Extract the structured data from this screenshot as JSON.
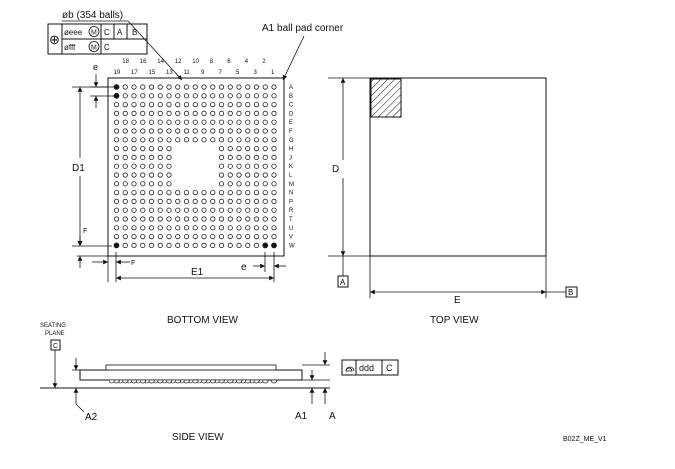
{
  "callouts": {
    "ball_diameter": "øb (354 balls)",
    "a1_corner": "A1 ball pad corner"
  },
  "tolerance_frame": {
    "symbol": "⊕",
    "row1": {
      "tol": "øeee",
      "mod": "M",
      "datum1": "C",
      "datum2": "A",
      "datum3": "B"
    },
    "row2": {
      "tol": "øfff",
      "mod": "M",
      "datum1": "C"
    }
  },
  "columns_even": [
    "18",
    "16",
    "14",
    "12",
    "10",
    "8",
    "6",
    "4",
    "2"
  ],
  "columns_odd": [
    "19",
    "17",
    "15",
    "13",
    "11",
    "9",
    "7",
    "5",
    "3",
    "1"
  ],
  "rows": [
    "A",
    "B",
    "C",
    "D",
    "E",
    "F",
    "G",
    "H",
    "J",
    "K",
    "L",
    "M",
    "N",
    "P",
    "R",
    "T",
    "U",
    "V",
    "W"
  ],
  "dims": {
    "e": "e",
    "d1": "D1",
    "f": "F",
    "e1": "E1",
    "d": "D",
    "e_width": "E",
    "a": "A",
    "a1": "A1",
    "a2": "A2"
  },
  "datums": {
    "a": "A",
    "b": "B",
    "c": "C"
  },
  "flatness": {
    "tol": "ddd",
    "datum": "C"
  },
  "seating_plane": {
    "line1": "SEATING",
    "line2": "PLANE"
  },
  "views": {
    "bottom": "BOTTOM VIEW",
    "top": "TOP VIEW",
    "side": "SIDE VIEW"
  },
  "figure_id": "B02Z_ME_V1"
}
